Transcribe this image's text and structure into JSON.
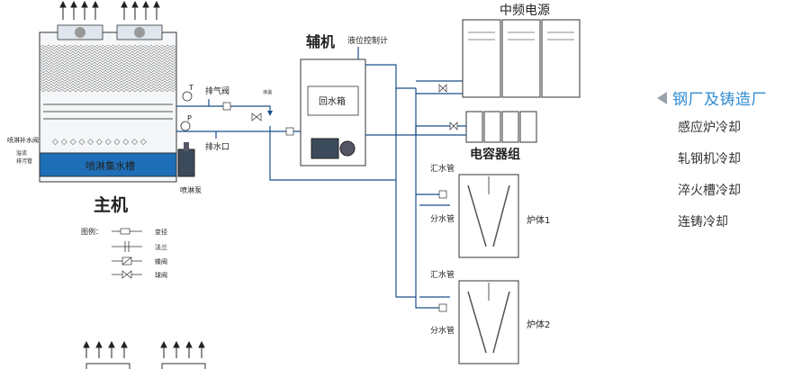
{
  "diagram": {
    "main_unit": "主机",
    "aux_unit": "辅机",
    "level_controller": "液位控制计",
    "return_tank": "回水箱",
    "spray_tank": "喷淋集水槽",
    "spray_pump": "喷淋泵",
    "spray_makeup": "喷淋补水阀",
    "overflow": "溢流",
    "drain_pipe": "排污管",
    "exhaust_valve": "排气阀",
    "drain_port": "排水口",
    "small_label": "液温",
    "power_supply": "中频电源",
    "capacitor_group": "电容器组",
    "collect_pipe_1": "汇水管",
    "split_pipe_1": "分水管",
    "collect_pipe_2": "汇水管",
    "split_pipe_2": "分水管",
    "furnace_1": "炉体1",
    "furnace_2": "炉体2",
    "temp_gauge": "T",
    "pressure_gauge": "P",
    "legend": {
      "title": "图例：",
      "items": [
        "变径",
        "法兰",
        "蝶阀",
        "球阀"
      ]
    }
  },
  "panel": {
    "title": "钢厂及铸造厂",
    "items": [
      "感应炉冷却",
      "轧钢机冷却",
      "淬火槽冷却",
      "连铸冷却"
    ]
  },
  "colors": {
    "accent": "#2e8bd0",
    "pipe": "#1a4f8a",
    "tank_water": "#1e6fb8"
  },
  "icons": {
    "panel_marker": "triangle-left-icon"
  }
}
